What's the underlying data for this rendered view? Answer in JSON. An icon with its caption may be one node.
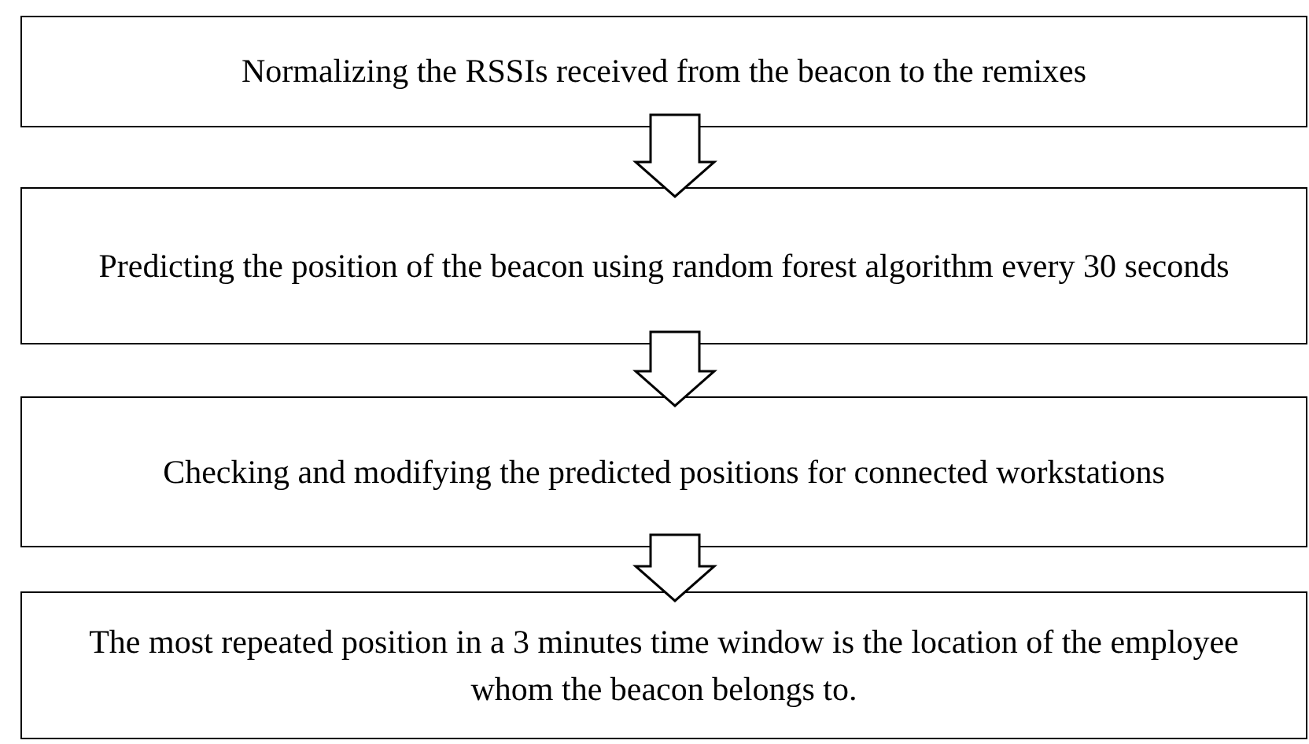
{
  "diagram": {
    "nodes": [
      {
        "text": [
          "Normalizing the RSSIs received from the beacon to the remixes"
        ]
      },
      {
        "text": [
          "Predicting the position of the beacon using random forest algorithm every 30 seconds"
        ]
      },
      {
        "text": [
          "Checking and modifying the predicted positions for connected workstations"
        ]
      },
      {
        "text": [
          "The most repeated position in a 3 minutes time window is the location of the employee whom the beacon belongs to."
        ]
      }
    ],
    "edges": [
      {
        "from": 0,
        "to": 1,
        "arrow": "to"
      },
      {
        "from": 1,
        "to": 2,
        "arrow": "to"
      },
      {
        "from": 2,
        "to": 3,
        "arrow": "to"
      }
    ]
  }
}
